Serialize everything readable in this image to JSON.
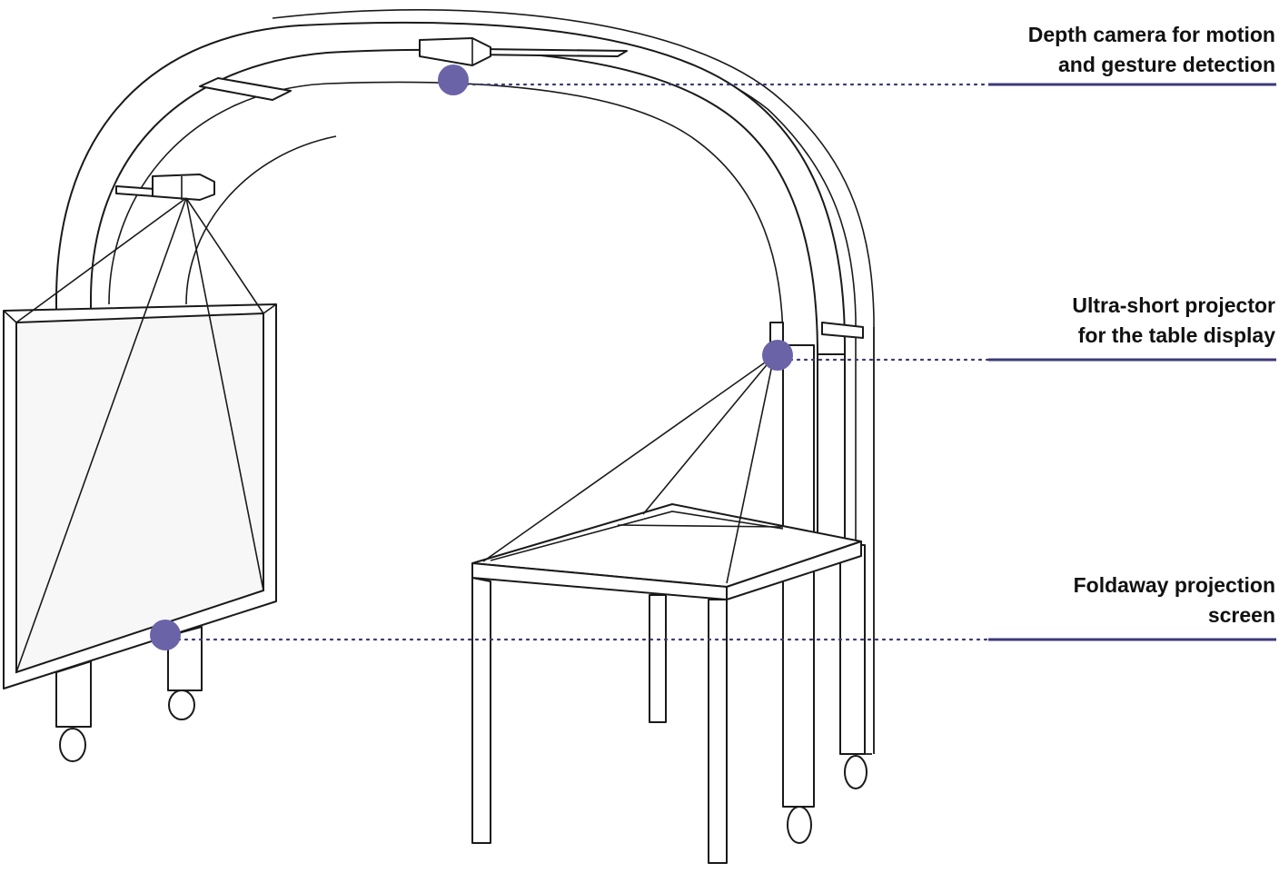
{
  "accent_color": "#6b63a8",
  "leader_color": "#3c3a78",
  "callouts": [
    {
      "id": "depth-camera",
      "lines": [
        "Depth camera for motion",
        "and gesture detection"
      ]
    },
    {
      "id": "projector",
      "lines": [
        "Ultra-short projector",
        "for the table display"
      ]
    },
    {
      "id": "screen",
      "lines": [
        "Foldaway projection",
        "screen"
      ]
    }
  ]
}
